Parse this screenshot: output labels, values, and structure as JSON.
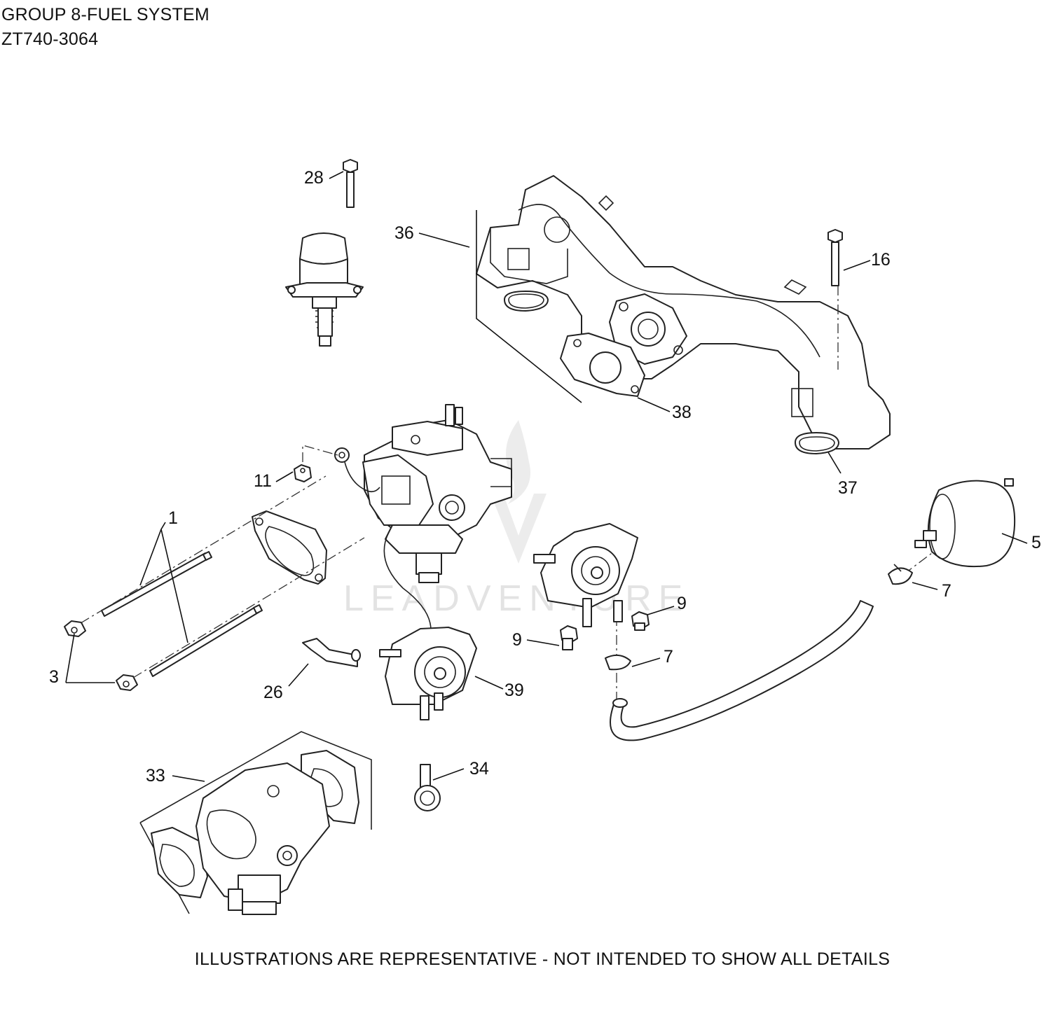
{
  "header": {
    "title": "GROUP 8-FUEL SYSTEM",
    "model": "ZT740-3064"
  },
  "footer": {
    "note": "ILLUSTRATIONS ARE REPRESENTATIVE - NOT INTENDED TO SHOW ALL DETAILS"
  },
  "watermark": {
    "text": "LEADVENTURE"
  },
  "callouts": [
    {
      "id": "c28",
      "label": "28"
    },
    {
      "id": "c36",
      "label": "36"
    },
    {
      "id": "c16",
      "label": "16"
    },
    {
      "id": "c38",
      "label": "38"
    },
    {
      "id": "c37",
      "label": "37"
    },
    {
      "id": "c11",
      "label": "11"
    },
    {
      "id": "c1",
      "label": "1"
    },
    {
      "id": "c5",
      "label": "5"
    },
    {
      "id": "c7a",
      "label": "7"
    },
    {
      "id": "c9a",
      "label": "9"
    },
    {
      "id": "c9b",
      "label": "9"
    },
    {
      "id": "c7b",
      "label": "7"
    },
    {
      "id": "c3",
      "label": "3"
    },
    {
      "id": "c26",
      "label": "26"
    },
    {
      "id": "c39",
      "label": "39"
    },
    {
      "id": "c33",
      "label": "33"
    },
    {
      "id": "c34",
      "label": "34"
    }
  ]
}
